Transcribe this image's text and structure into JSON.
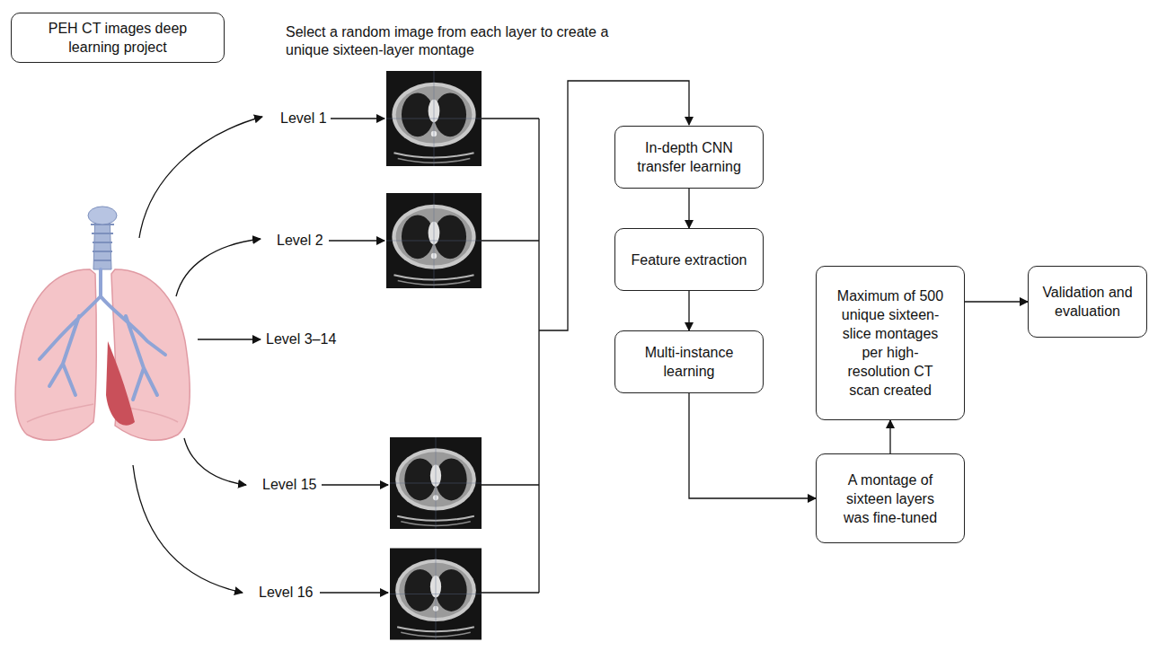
{
  "diagram": {
    "nodes": [
      {
        "text": [
          "PEH CT images deep learning project"
        ]
      },
      {
        "text": [
          "In-depth CNN transfer learning"
        ]
      },
      {
        "text": [
          "Feature extraction"
        ]
      },
      {
        "text": [
          "Multi-instance learning"
        ]
      },
      {
        "text": [
          "A montage of sixteen layers was fine-tuned"
        ]
      },
      {
        "text": [
          "Maximum of 500 unique sixteen-slice montages per high-resolution CT scan created"
        ]
      },
      {
        "text": [
          "Validation and evaluation"
        ]
      }
    ],
    "edges": [
      {
        "from": 1,
        "to": 2,
        "arrow": "to"
      },
      {
        "from": 2,
        "to": 3,
        "arrow": "to"
      },
      {
        "from": 3,
        "to": 4,
        "arrow": "to"
      },
      {
        "from": 4,
        "to": 5,
        "arrow": "to"
      },
      {
        "from": 5,
        "to": 6,
        "arrow": "to"
      }
    ],
    "labels": [
      "Select a random image from each layer to create a unique sixteen-layer montage",
      "Level 1",
      "Level 2",
      "Level 3–14",
      "Level 15",
      "Level 16"
    ]
  }
}
